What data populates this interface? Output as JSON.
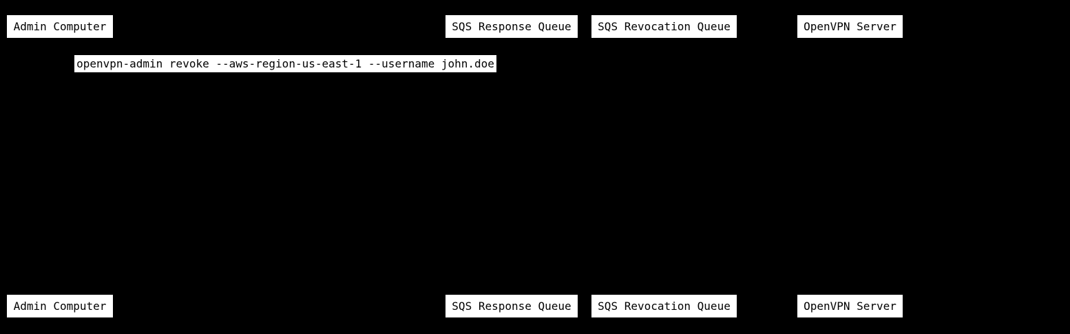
{
  "diagram": {
    "type": "sequence-diagram",
    "background_color": "#000000",
    "box_fill_color": "#ffffff",
    "box_text_color": "#000000",
    "actors": [
      {
        "label": "Admin Computer"
      },
      {
        "label": "SQS Response Queue"
      },
      {
        "label": "SQS Revocation Queue"
      },
      {
        "label": "OpenVPN Server"
      }
    ],
    "messages": [
      {
        "label": "openvpn-admin revoke --aws-region-us-east-1 --username john.doe"
      }
    ]
  }
}
